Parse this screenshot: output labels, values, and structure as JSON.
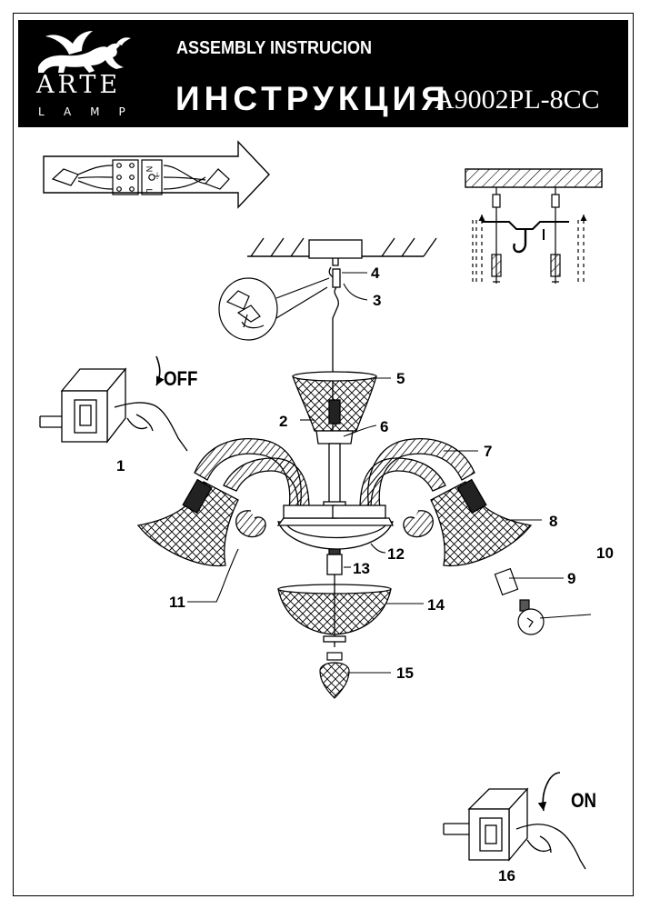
{
  "header": {
    "logo_word": "ARTE",
    "logo_sub": "LAMP",
    "title_en": "ASSEMBLY INSTRUCION",
    "title_ru": "ИНСТРУКЦИЯ",
    "model": "A9002PL-8CC"
  },
  "switch_labels": {
    "off": "OFF",
    "on": "ON"
  },
  "terminal_letters": [
    "N",
    "⏚",
    "L"
  ],
  "callouts": [
    "1",
    "2",
    "3",
    "4",
    "5",
    "6",
    "7",
    "8",
    "9",
    "10",
    "11",
    "12",
    "13",
    "14",
    "15",
    "16"
  ]
}
